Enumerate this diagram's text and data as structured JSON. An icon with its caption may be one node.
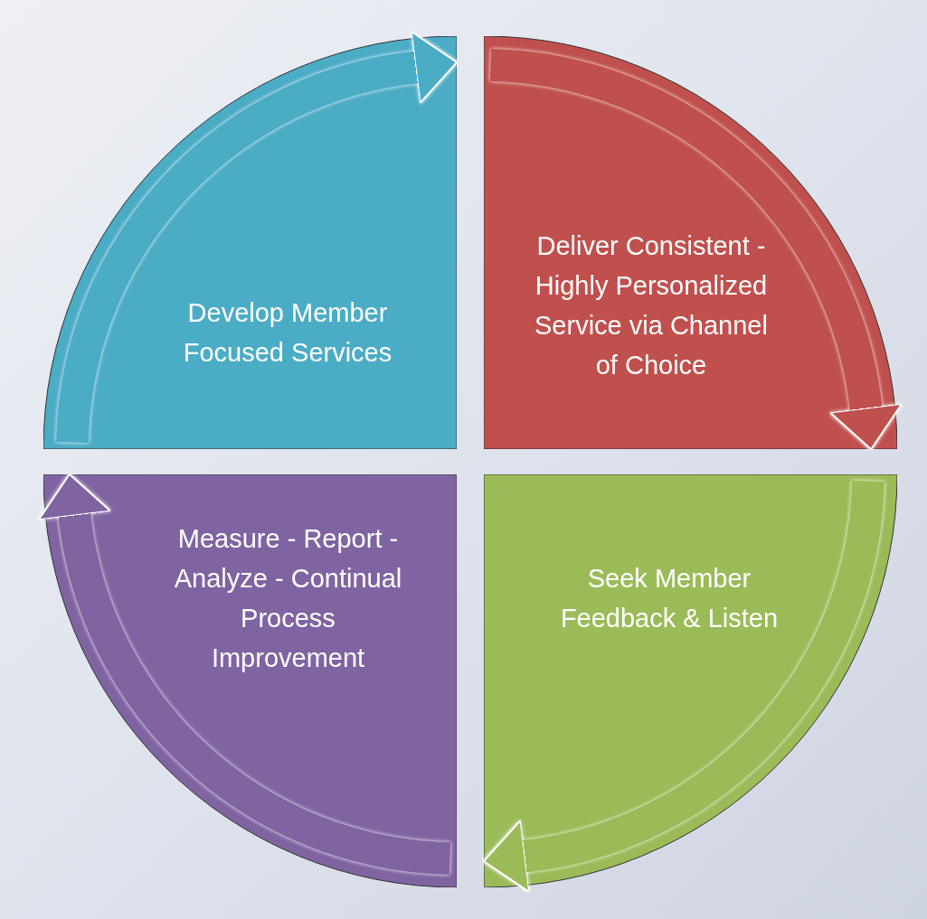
{
  "diagram": {
    "nodes": [
      {
        "text": [
          "Develop Member Focused Services"
        ]
      },
      {
        "text": [
          "Deliver Consistent - Highly Personalized Service via Channel of Choice"
        ]
      },
      {
        "text": [
          "Seek Member Feedback & Listen"
        ]
      },
      {
        "text": [
          "Measure - Report - Analyze - Continual Process Improvement"
        ]
      }
    ],
    "edges": [
      {
        "from": 0,
        "to": 1,
        "arrow": "to",
        "color": "#4bacc6"
      },
      {
        "from": 1,
        "to": 2,
        "arrow": "to",
        "color": "#c0504d"
      },
      {
        "from": 2,
        "to": 3,
        "arrow": "to",
        "color": "#9bbb59"
      },
      {
        "from": 3,
        "to": 0,
        "arrow": "to",
        "color": "#8064a2"
      }
    ]
  }
}
